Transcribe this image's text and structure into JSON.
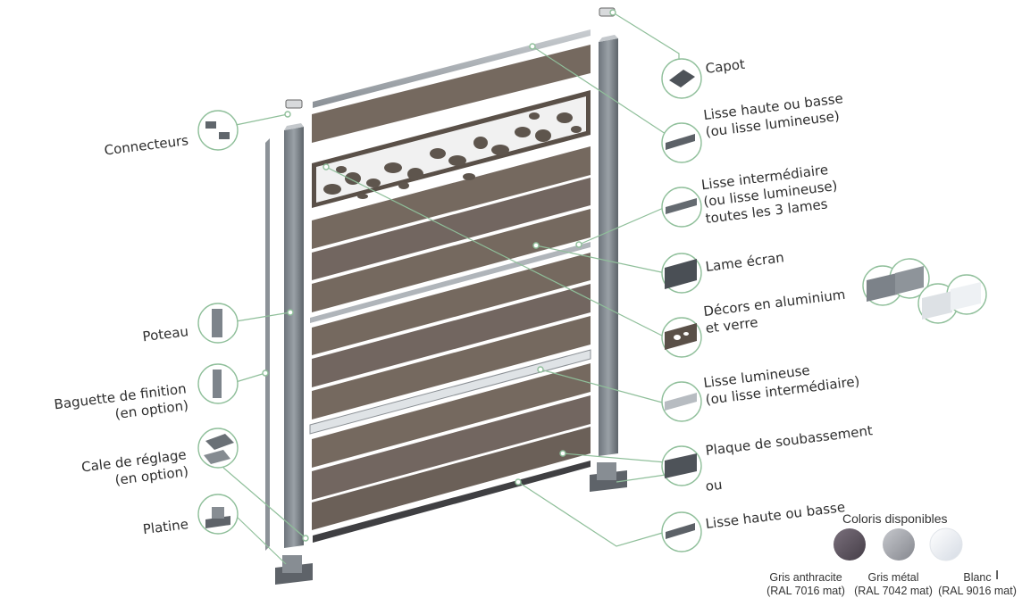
{
  "labels_left": [
    {
      "id": "connecteurs",
      "lines": [
        "Connecteurs"
      ]
    },
    {
      "id": "poteau",
      "lines": [
        "Poteau"
      ]
    },
    {
      "id": "baguette",
      "lines": [
        "Baguette de finition",
        "(en option)"
      ]
    },
    {
      "id": "cale",
      "lines": [
        "Cale de réglage",
        "(en option)"
      ]
    },
    {
      "id": "platine",
      "lines": [
        "Platine"
      ]
    }
  ],
  "labels_right": [
    {
      "id": "capot",
      "lines": [
        "Capot"
      ]
    },
    {
      "id": "lisse-haute",
      "lines": [
        "Lisse haute ou basse",
        "(ou lisse lumineuse)"
      ]
    },
    {
      "id": "lisse-inter",
      "lines": [
        "Lisse intermédiaire",
        "(ou lisse lumineuse)",
        "toutes les 3 lames"
      ]
    },
    {
      "id": "lame-ecran",
      "lines": [
        "Lame écran"
      ]
    },
    {
      "id": "decors",
      "lines": [
        "Décors en aluminium",
        "et verre"
      ]
    },
    {
      "id": "lisse-lum",
      "lines": [
        "Lisse lumineuse",
        "(ou lisse intermédiaire)"
      ]
    },
    {
      "id": "plaque",
      "lines": [
        "Plaque de soubassement"
      ]
    },
    {
      "id": "ou",
      "lines": [
        "ou"
      ]
    },
    {
      "id": "lisse-basse",
      "lines": [
        "Lisse haute ou basse"
      ]
    }
  ],
  "swatches": {
    "title": "Coloris disponibles",
    "items": [
      {
        "name": "Gris anthracite",
        "code": "(RAL 7016 mat)",
        "color": "#5e5560"
      },
      {
        "name": "Gris métal",
        "code": "(RAL 7042 mat)",
        "color": "#a3a5ab"
      },
      {
        "name": "Blanc",
        "code": "(RAL 9016 mat)",
        "color": "#e9edf3"
      }
    ]
  },
  "colors": {
    "board": "#75695f",
    "board_dark": "#5d5249",
    "post": "#7d848b",
    "accent_line": "#8fbf9a",
    "rail": "#a7adb2"
  }
}
